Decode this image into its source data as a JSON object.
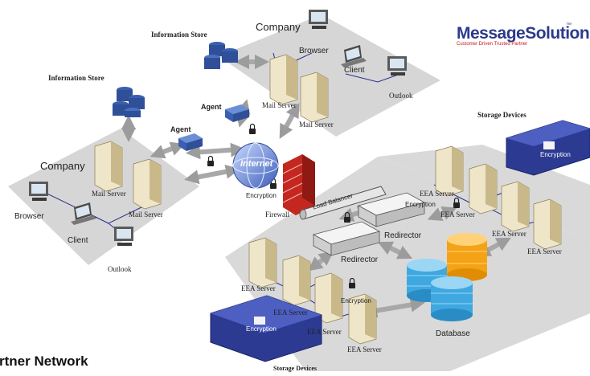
{
  "brand": {
    "name": "MessageSolution",
    "tagline": "Customer Driven Trusted Partner",
    "tm": "™"
  },
  "left_site": {
    "store_label": "Information Store",
    "company_label": "Company",
    "mail_server_a": "Mail Server",
    "mail_server_b": "Mail Server",
    "browser_label": "Browser",
    "client_label": "Client",
    "outlook_label": "Outlook",
    "agent_label": "Agent"
  },
  "top_site": {
    "store_label": "Information Store",
    "company_label": "Company",
    "browser_label": "Browser",
    "client_label": "Client",
    "outlook_label": "Outlook",
    "mail_server_a": "Mail Server",
    "mail_server_b": "Mail Server",
    "agent_label": "Agent"
  },
  "internet": {
    "label": "Internet",
    "encryption_label": "Encryption",
    "firewall_label": "Firewall",
    "load_balancer_label": "Load Balancer"
  },
  "archive": {
    "redirector_a": "Redirector",
    "redirector_b": "Redirector",
    "database_label": "Database",
    "encryption_a": "Encryption",
    "encryption_b": "Encryption",
    "eea_right": [
      "EEA Server",
      "EEA Server",
      "EEA Server",
      "EEA Server"
    ],
    "eea_left": [
      "EEA Server",
      "EEA Server",
      "EEA Server",
      "EEA Server"
    ],
    "storage_right": {
      "title": "Storage Devices",
      "badge": "Encryption"
    },
    "storage_bottom": {
      "title": "Storage Devices",
      "badge": "Encryption"
    }
  },
  "partner_caption": "rtner Network",
  "colors": {
    "platform": "#d6d6d6",
    "server_body": "#efe6c9",
    "server_side": "#c9b98a",
    "arrow": "#a8a8a8",
    "link_line": "#2b2f8f",
    "db_blue": "#3fa8e0",
    "db_orange": "#f5a316",
    "store_blue": "#3a5fae",
    "storage_panel": "#2d3a92",
    "firewall_red": "#c4271f",
    "globe_blue": "#5a7fd0"
  }
}
